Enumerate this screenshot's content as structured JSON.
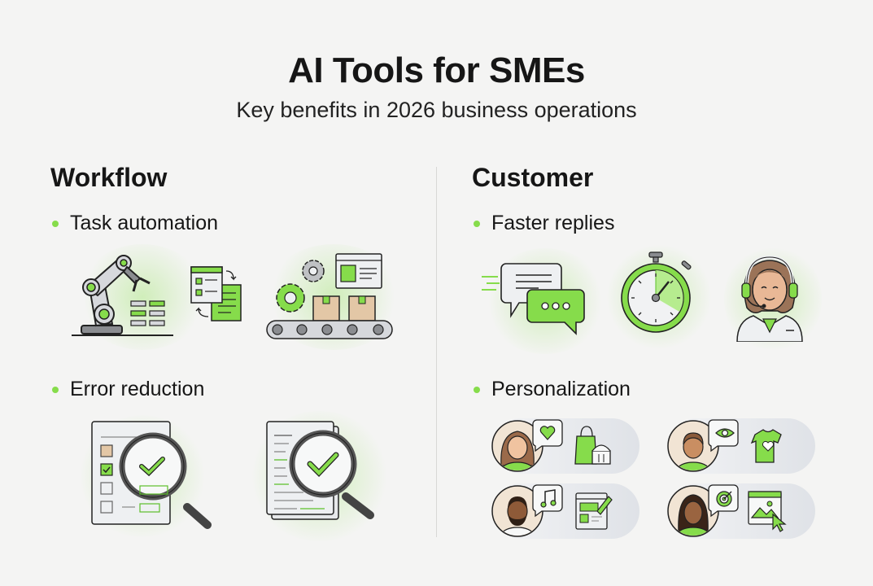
{
  "header": {
    "title": "AI Tools for SMEs",
    "subtitle": "Key benefits in 2026 business operations"
  },
  "colors": {
    "accent": "#86dc4b",
    "accent_dark": "#5cbf2a",
    "text": "#161616",
    "background": "#f4f4f3",
    "gray": "#bfc1c4",
    "box_tan": "#e3c7a6"
  },
  "columns": [
    {
      "heading": "Workflow",
      "sections": [
        {
          "label": "Task automation",
          "icons": [
            "robot-arm-icon",
            "document-sync-icon",
            "conveyor-belt-icon"
          ]
        },
        {
          "label": "Error reduction",
          "icons": [
            "checklist-magnifier-icon",
            "document-magnifier-icon"
          ]
        }
      ]
    },
    {
      "heading": "Customer",
      "sections": [
        {
          "label": "Faster replies",
          "icons": [
            "chat-bubbles-icon",
            "stopwatch-icon",
            "support-agent-icon"
          ]
        },
        {
          "label": "Personalization",
          "icons": [
            "user-heart-shopping-icon",
            "user-eye-tshirt-icon",
            "user-music-webpage-icon",
            "user-target-image-icon"
          ]
        }
      ]
    }
  ]
}
